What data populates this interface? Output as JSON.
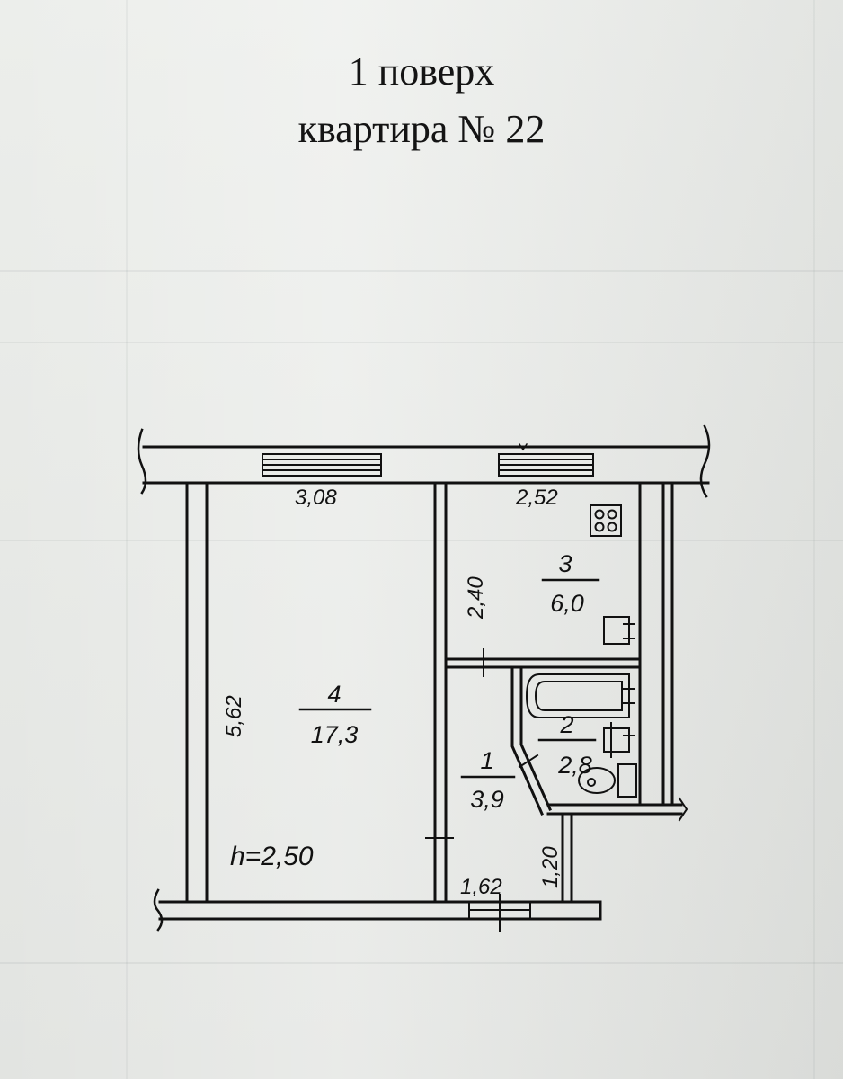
{
  "header": {
    "floor": "1 поверх",
    "apartment": "квартира № 22"
  },
  "rooms": [
    {
      "number": "4",
      "area": "17,3"
    },
    {
      "number": "3",
      "area": "6,0"
    },
    {
      "number": "2",
      "area": "2,8"
    },
    {
      "number": "1",
      "area": "3,9"
    }
  ],
  "dimensions": {
    "room4_width": "3,08",
    "room3_width": "2,52",
    "room4_length": "5,62",
    "room3_length": "2,40",
    "corridor_width": "1,62",
    "corridor_length": "1,20"
  },
  "ceiling_height": "h=2,50",
  "colors": {
    "ink": "#111111",
    "paper": "#e9ebe8"
  }
}
